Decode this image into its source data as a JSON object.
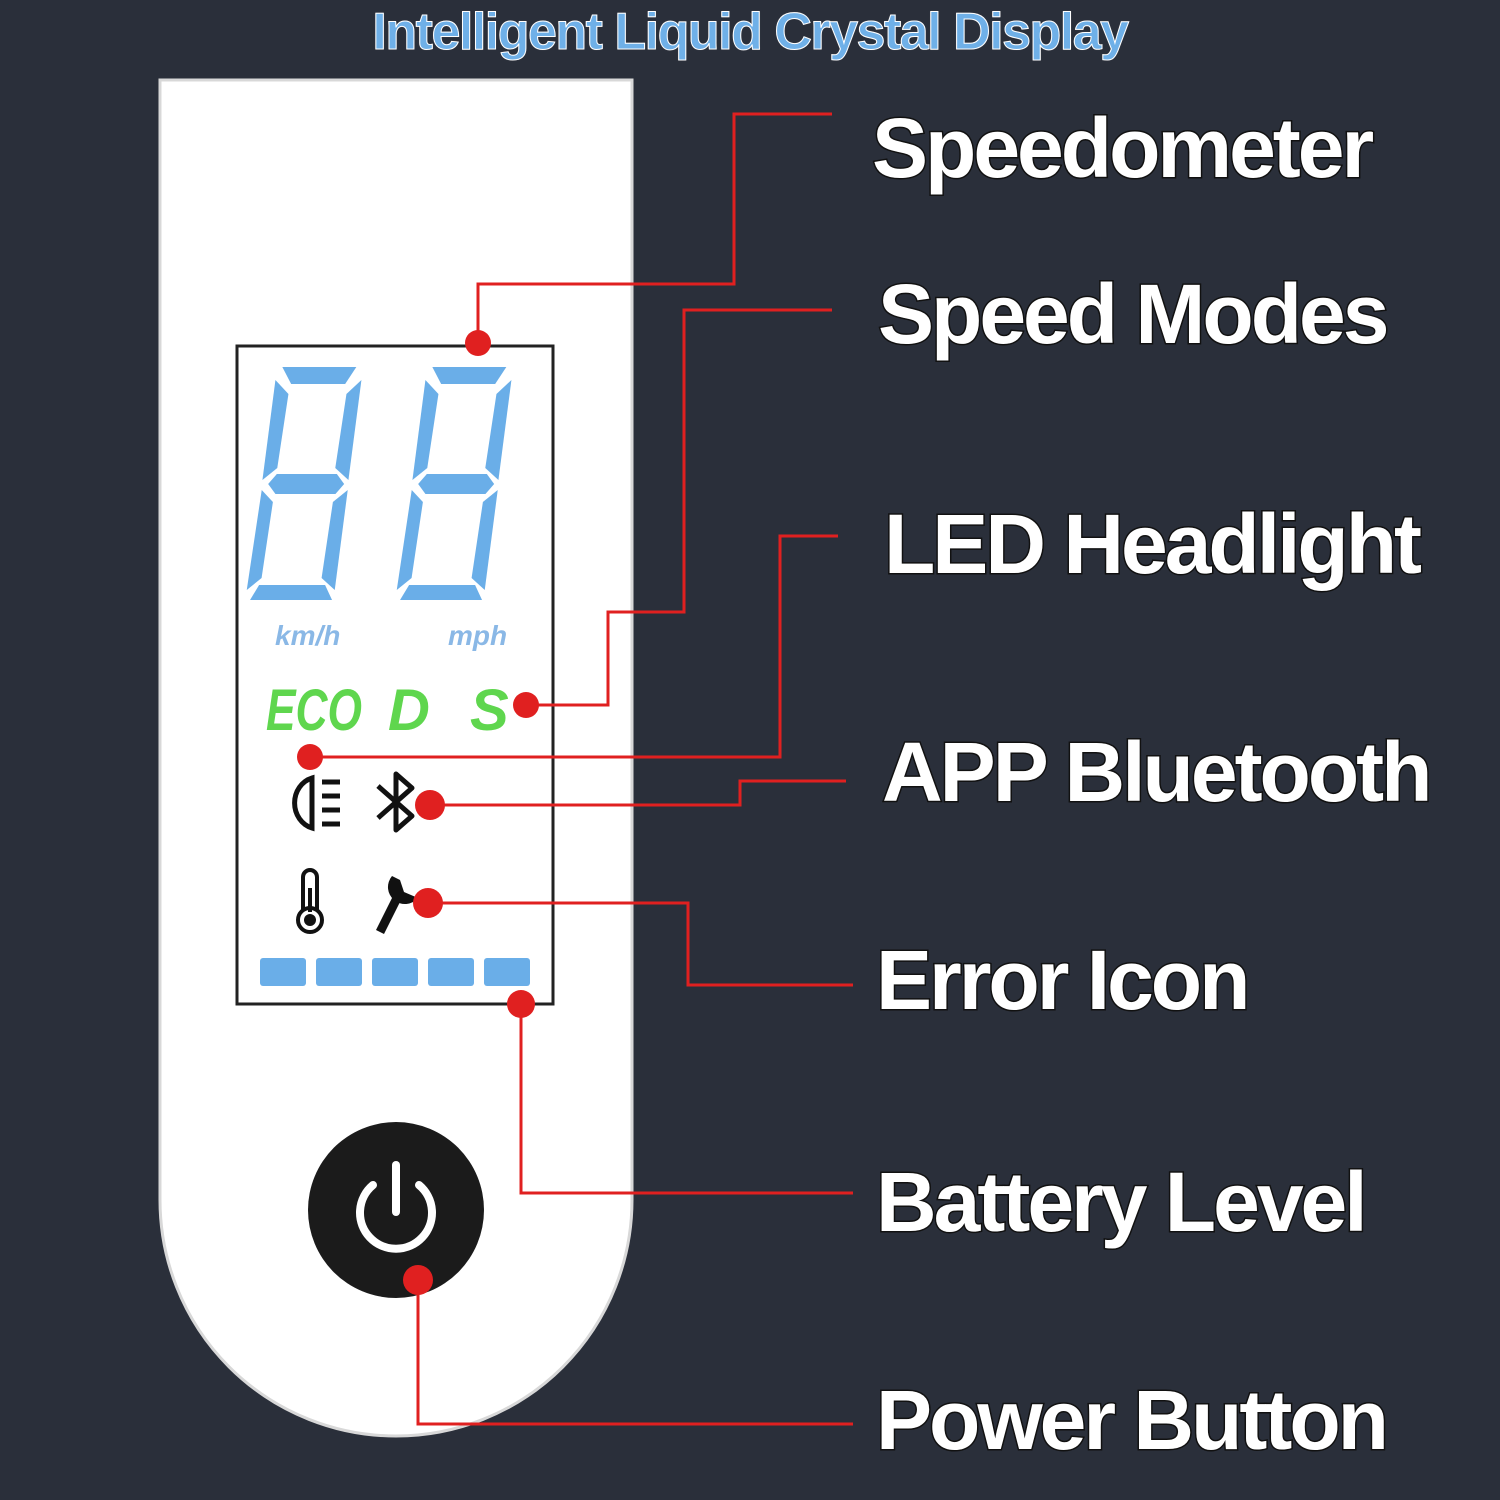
{
  "title": "Intelligent Liquid Crystal Display",
  "display": {
    "speed_digits": "88",
    "unit_kmh": "km/h",
    "unit_mph": "mph",
    "modes": [
      "ECO",
      "D",
      "S"
    ],
    "battery_bars": 5,
    "icons": [
      "headlight-icon",
      "bluetooth-icon",
      "thermometer-icon",
      "wrench-icon",
      "power-icon"
    ]
  },
  "callouts": {
    "speedometer": "Speedometer",
    "speed_modes": "Speed Modes",
    "led_headlight": "LED Headlight",
    "app_bluetooth": "APP Bluetooth",
    "error_icon": "Error Icon",
    "battery_level": "Battery Level",
    "power_button": "Power Button"
  },
  "colors": {
    "background": "#2a2f3a",
    "lcd_blue": "#6aaee8",
    "mode_green": "#5fd64e",
    "callout_red": "#e02020",
    "panel": "#ffffff"
  }
}
